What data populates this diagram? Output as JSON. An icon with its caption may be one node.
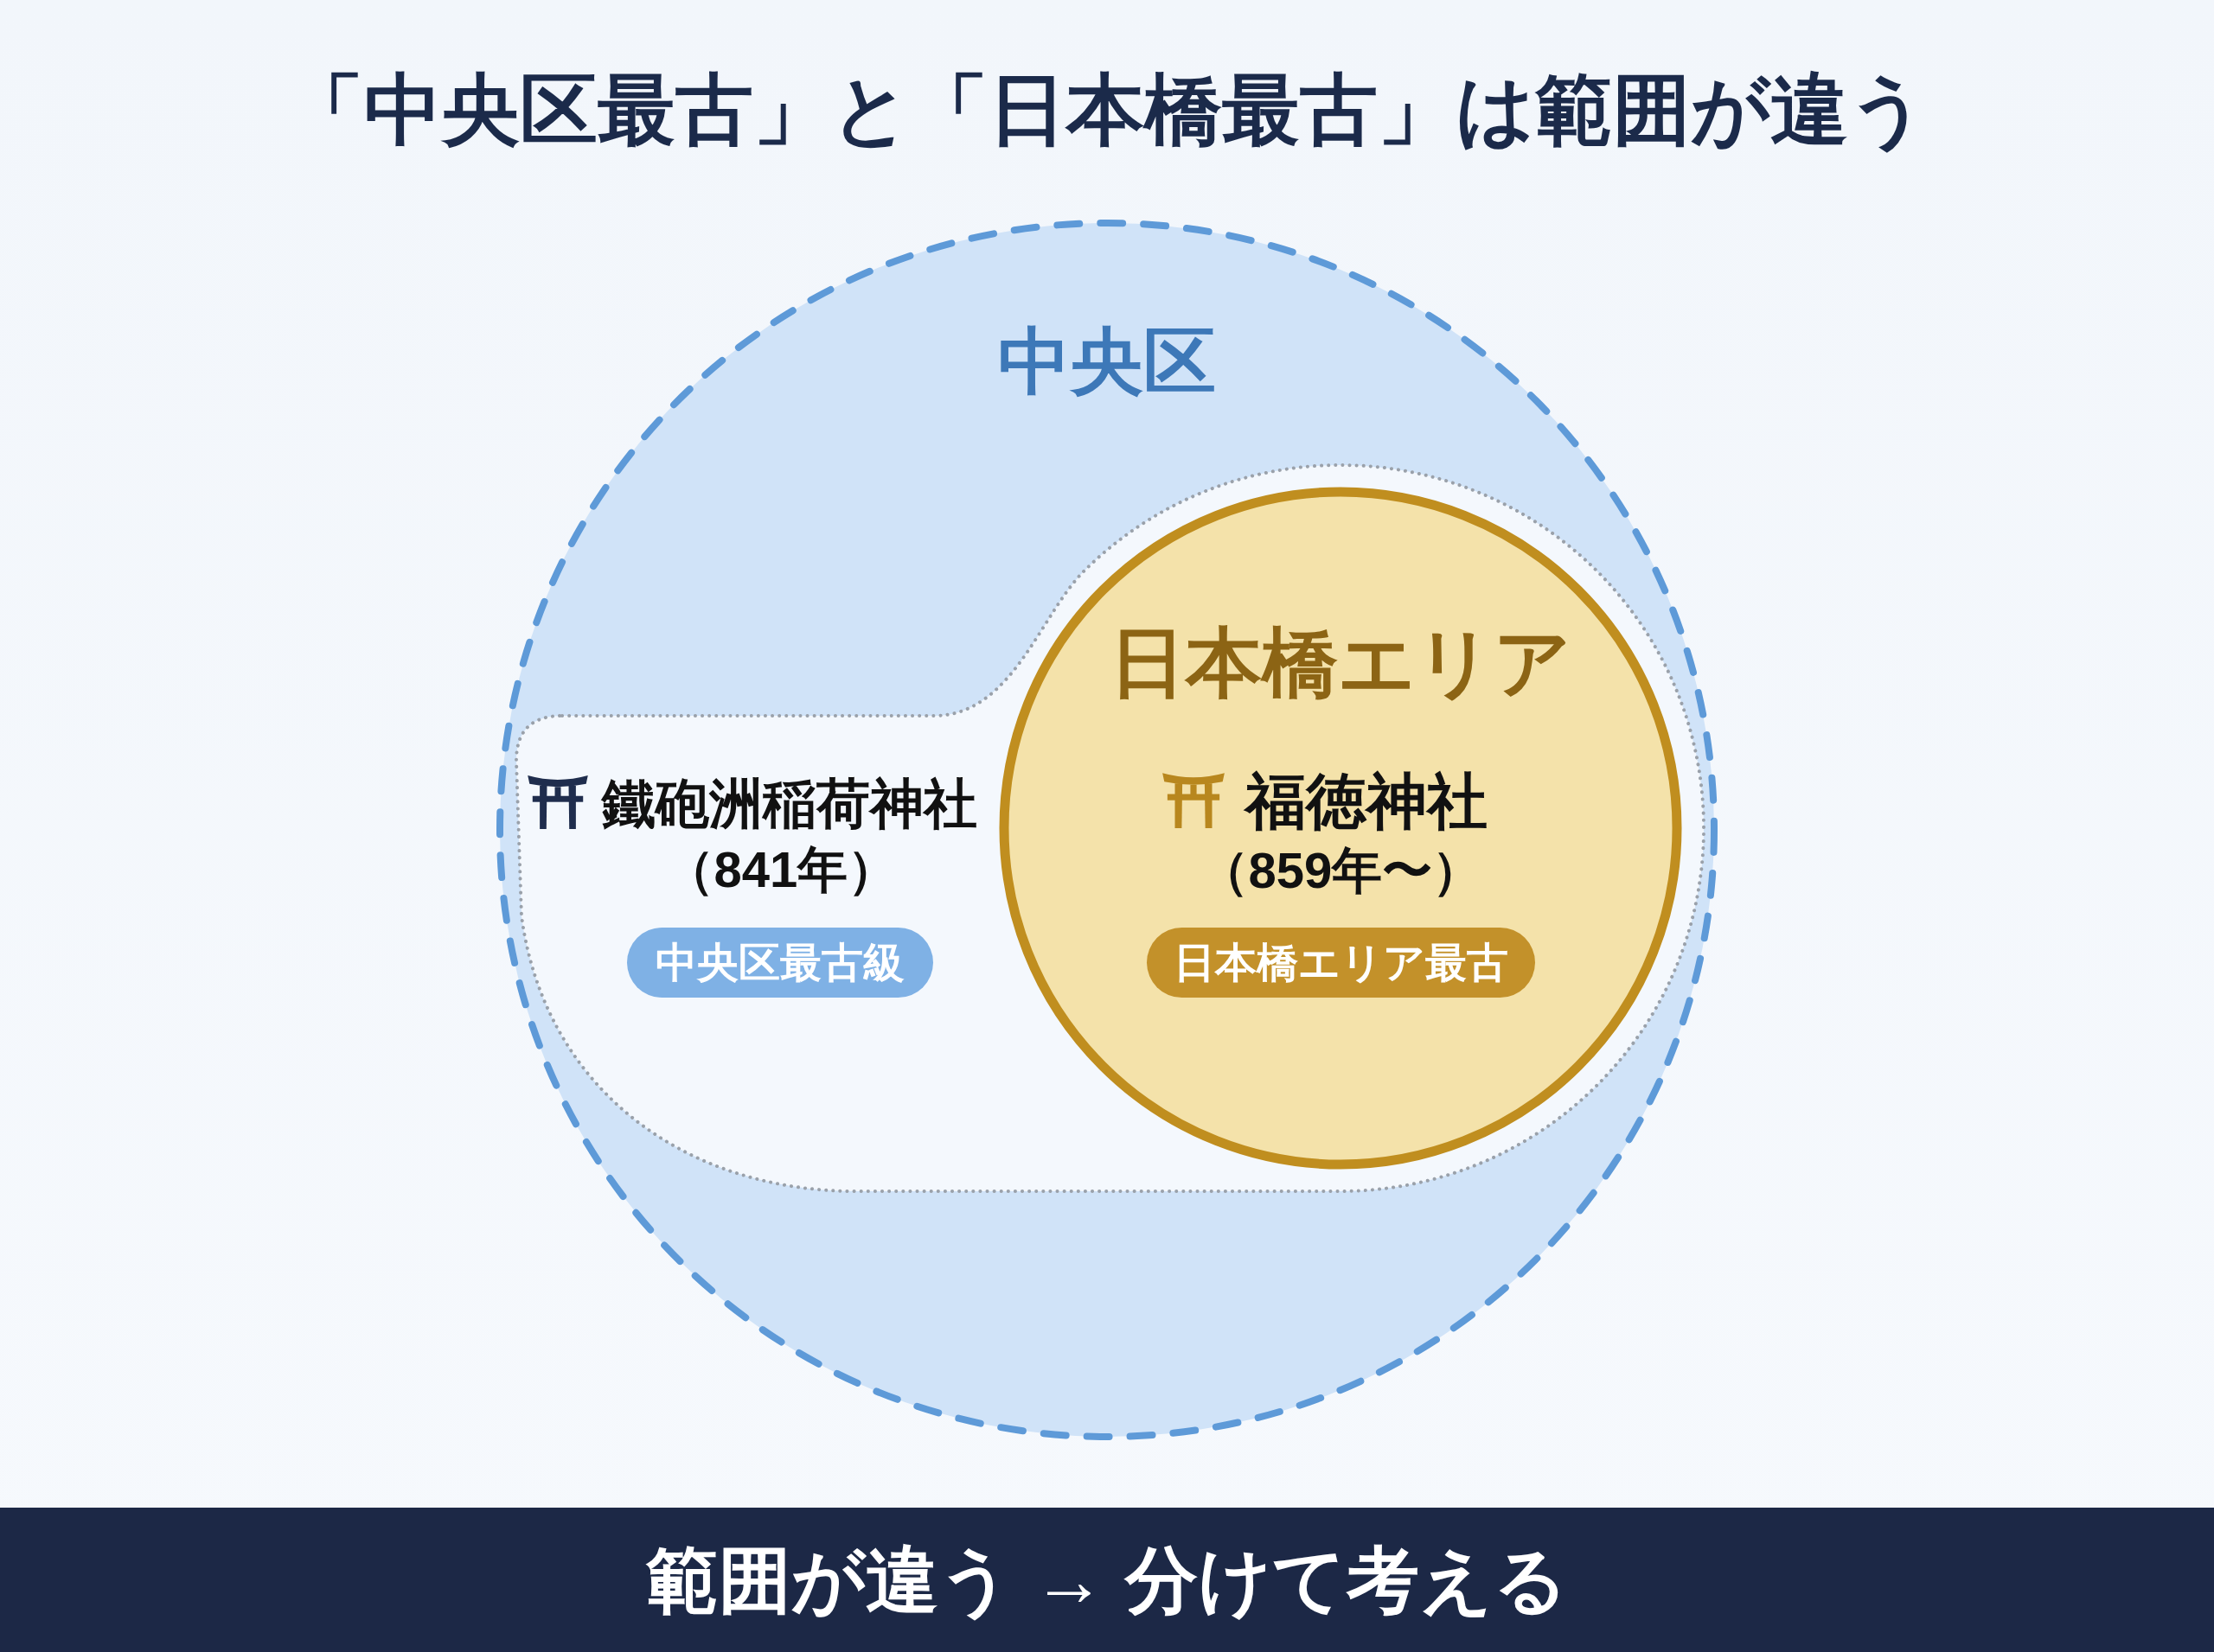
{
  "diagram": {
    "title": "「中央区最古」と「日本橋最古」は範囲が違う",
    "caption": "範囲が違う → 分けて考える",
    "nodes": [
      {
        "text": [
          "中央区"
        ]
      },
      {
        "text": [
          "鐵砲洲稲荷神社",
          "（841年）"
        ],
        "in": 0
      },
      {
        "text": [
          "中央区最古級"
        ],
        "in": 1
      },
      {
        "text": [
          "日本橋エリア",
          "福徳神社",
          "（859年〜）"
        ],
        "in": 1
      },
      {
        "text": [
          "日本橋エリア最古"
        ],
        "in": 3
      }
    ]
  }
}
